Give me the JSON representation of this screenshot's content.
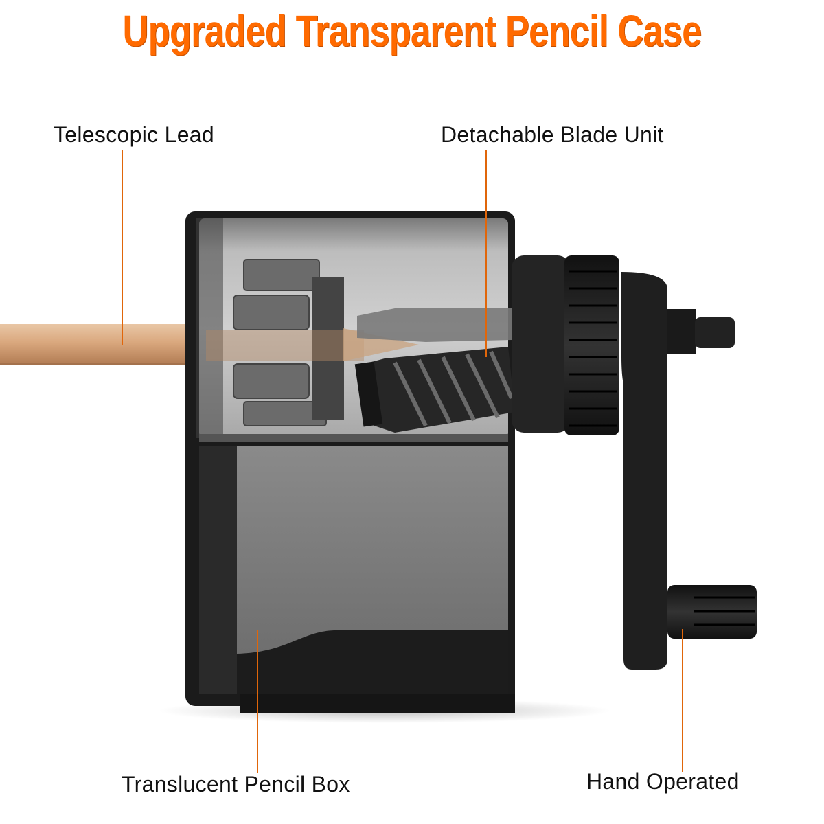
{
  "title": "Upgraded Transparent Pencil Case",
  "colors": {
    "accent": "#ff6a00",
    "leader": "#e0660a",
    "case_dark": "#1a1a1a",
    "case_gray": "#7d7d7d",
    "pencil_wood": "#d6a47c",
    "text": "#111111",
    "background": "#ffffff"
  },
  "callouts": [
    {
      "id": "telescopic-lead",
      "label": "Telescopic Lead"
    },
    {
      "id": "detachable-blade-unit",
      "label": "Detachable Blade Unit"
    },
    {
      "id": "translucent-pencil-box",
      "label": "Translucent Pencil Box"
    },
    {
      "id": "hand-operated",
      "label": "Hand Operated"
    }
  ],
  "product": {
    "name": "pencil-sharpener",
    "parts": [
      "pencil",
      "transparent-case",
      "gear-mechanism",
      "helical-blade",
      "shavings-drawer",
      "adjustment-dial",
      "crank-arm",
      "crank-handle"
    ]
  }
}
